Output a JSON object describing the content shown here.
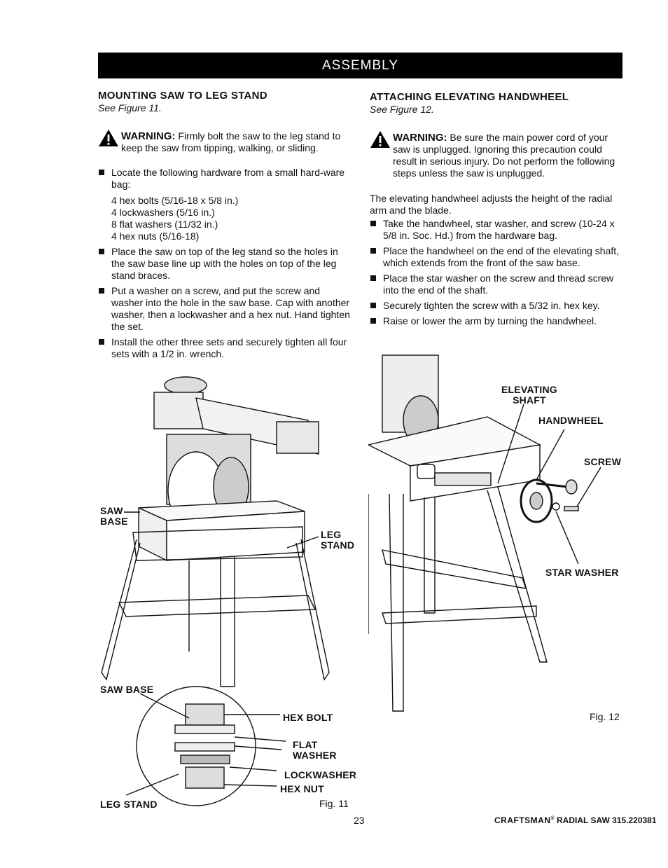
{
  "header": {
    "title": "ASSEMBLY"
  },
  "left": {
    "heading": "MOUNTING SAW TO LEG STAND",
    "see": "See Figure 11.",
    "warning_label": "WARNING:",
    "warning_text": "Firmly bolt the saw to the leg stand to keep the saw from tipping, walking, or sliding.",
    "b1": "Locate the following hardware from a small hard-ware bag:",
    "hardware": [
      "4 hex bolts (5/16-18 x 5/8 in.)",
      "4 lockwashers (5/16 in.)",
      "8 flat washers (11/32 in.)",
      "4 hex nuts (5/16-18)"
    ],
    "b2": "Place the saw on top of the leg stand so the holes in the saw base line up with the holes on top of the leg stand braces.",
    "b3": "Put a washer on a screw, and put the screw and washer into the hole in the saw base. Cap with another washer, then a lockwasher and a hex nut. Hand tighten the set.",
    "b4": "Install the other three sets and securely tighten all four sets with a 1/2 in. wrench."
  },
  "right": {
    "heading": "ATTACHING ELEVATING HANDWHEEL",
    "see": "See Figure 12.",
    "warning_label": "WARNING:",
    "warning_text": "Be sure the main power cord of your saw is unplugged. Ignoring this precaution could result in serious injury. Do not perform the following steps unless the saw is unplugged.",
    "intro": "The elevating handwheel adjusts the height of the radial arm and the blade.",
    "b1": "Take the handwheel, star washer, and screw (10-24 x 5/8 in. Soc. Hd.) from the hardware bag.",
    "b2": "Place the handwheel on the end of the elevating shaft, which extends from the front of the saw base.",
    "b3": "Place the star washer on the screw and thread screw into the end of the shaft.",
    "b4": "Securely tighten the screw with a 5/32 in. hex key.",
    "b5": "Raise or lower the arm by turning the handwheel."
  },
  "fig11": {
    "saw_base_1": "SAW",
    "saw_base_2": "BASE",
    "leg_stand_1": "LEG",
    "leg_stand_2": "STAND",
    "saw_base_detail": "SAW BASE",
    "hex_bolt": "HEX BOLT",
    "flat_washer_1": "FLAT",
    "flat_washer_2": "WASHER",
    "lockwasher": "LOCKWASHER",
    "hex_nut": "HEX NUT",
    "leg_stand_detail": "LEG STAND",
    "caption": "Fig. 11"
  },
  "fig12": {
    "elevating_1": "ELEVATING",
    "elevating_2": "SHAFT",
    "handwheel": "HANDWHEEL",
    "screw": "SCREW",
    "star_washer": "STAR WASHER",
    "caption": "Fig. 12"
  },
  "footer": {
    "page": "23",
    "brand": "CRAFTSMAN",
    "model": "RADIAL SAW 315.220381"
  }
}
